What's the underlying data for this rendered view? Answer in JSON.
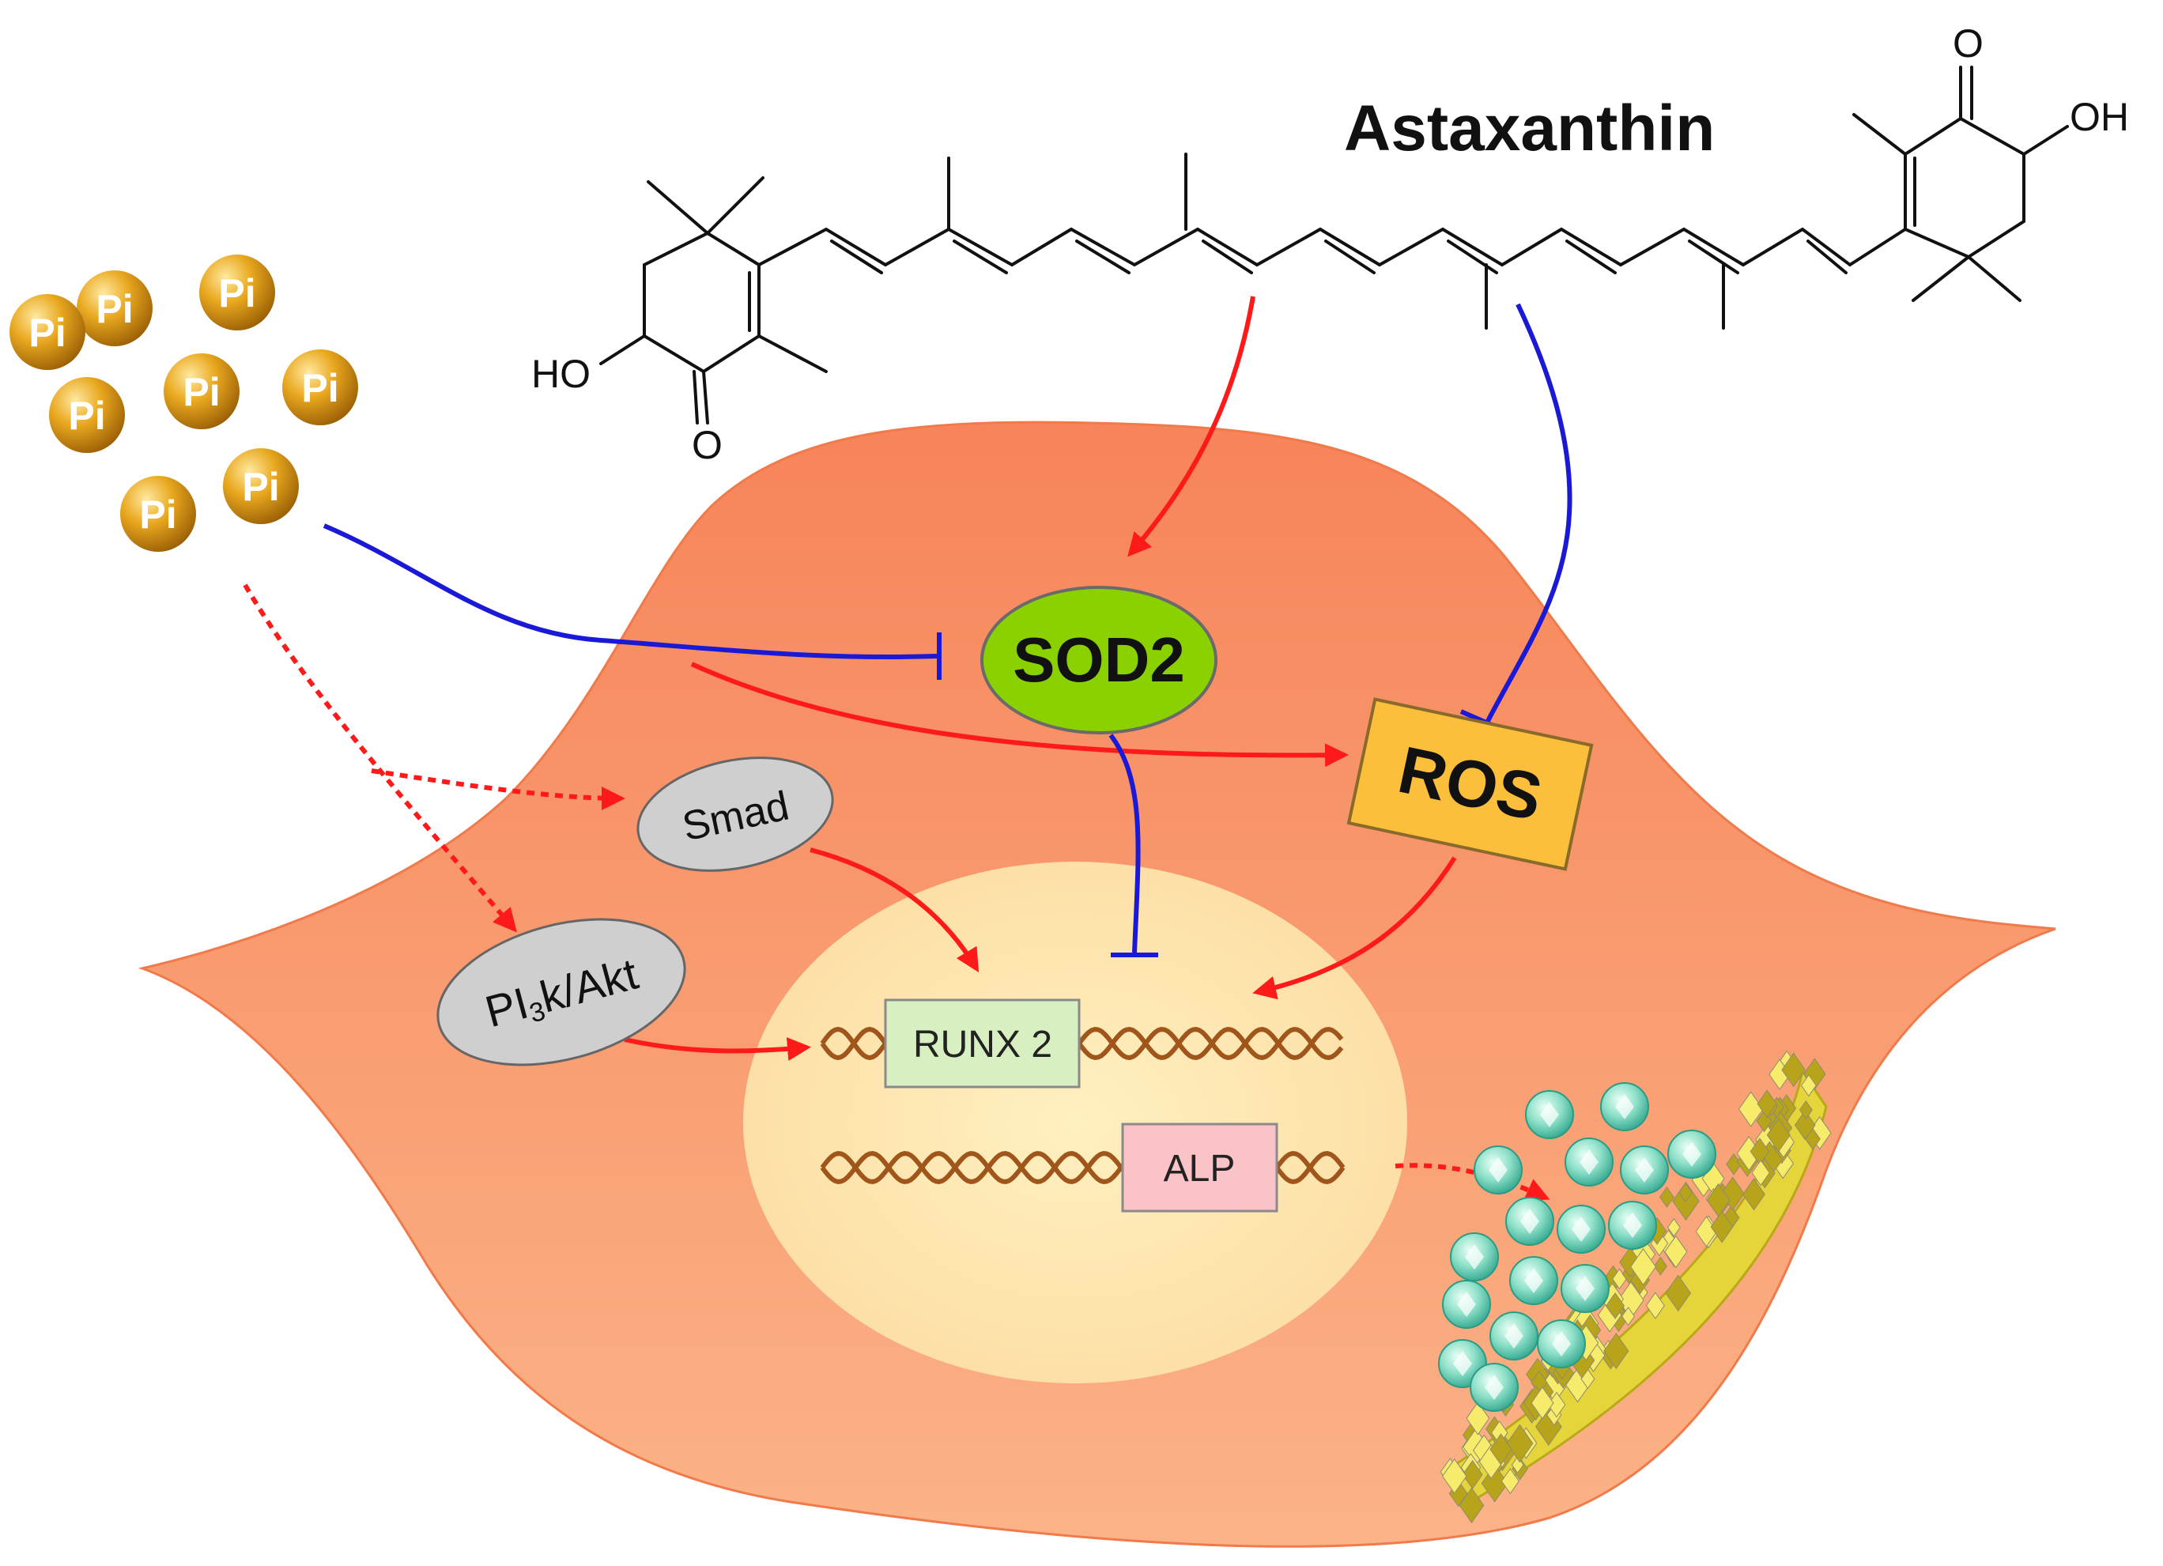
{
  "molecule": {
    "name": "Astaxanthin",
    "oh_right": "OH",
    "ho_left": "HO",
    "o_top": "O",
    "o_bottom": "O"
  },
  "phosphate": {
    "label": "Pi",
    "count": 8
  },
  "nodes": {
    "sod2": "SOD2",
    "ros": "ROS",
    "smad": "Smad",
    "pi3k_prefix": "PI",
    "pi3k_sub": "3",
    "pi3k_suffix": "k/Akt",
    "runx2": "RUNX 2",
    "alp": "ALP"
  },
  "colors": {
    "activate": "#ff1a1a",
    "inhibit": "#1a1ad6",
    "cell": "#f79063",
    "nucleus": "#fde6a8",
    "sod2_fill": "#8bd100",
    "ros_fill": "#fbbf3c",
    "runx2_fill": "#d7efc1",
    "alp_fill": "#f9c3c8",
    "dna": "#a0561b",
    "pi_fill": "#e7a51a",
    "crystal_teal": "#62c9b3",
    "crystal_gold": "#e5d53b"
  }
}
